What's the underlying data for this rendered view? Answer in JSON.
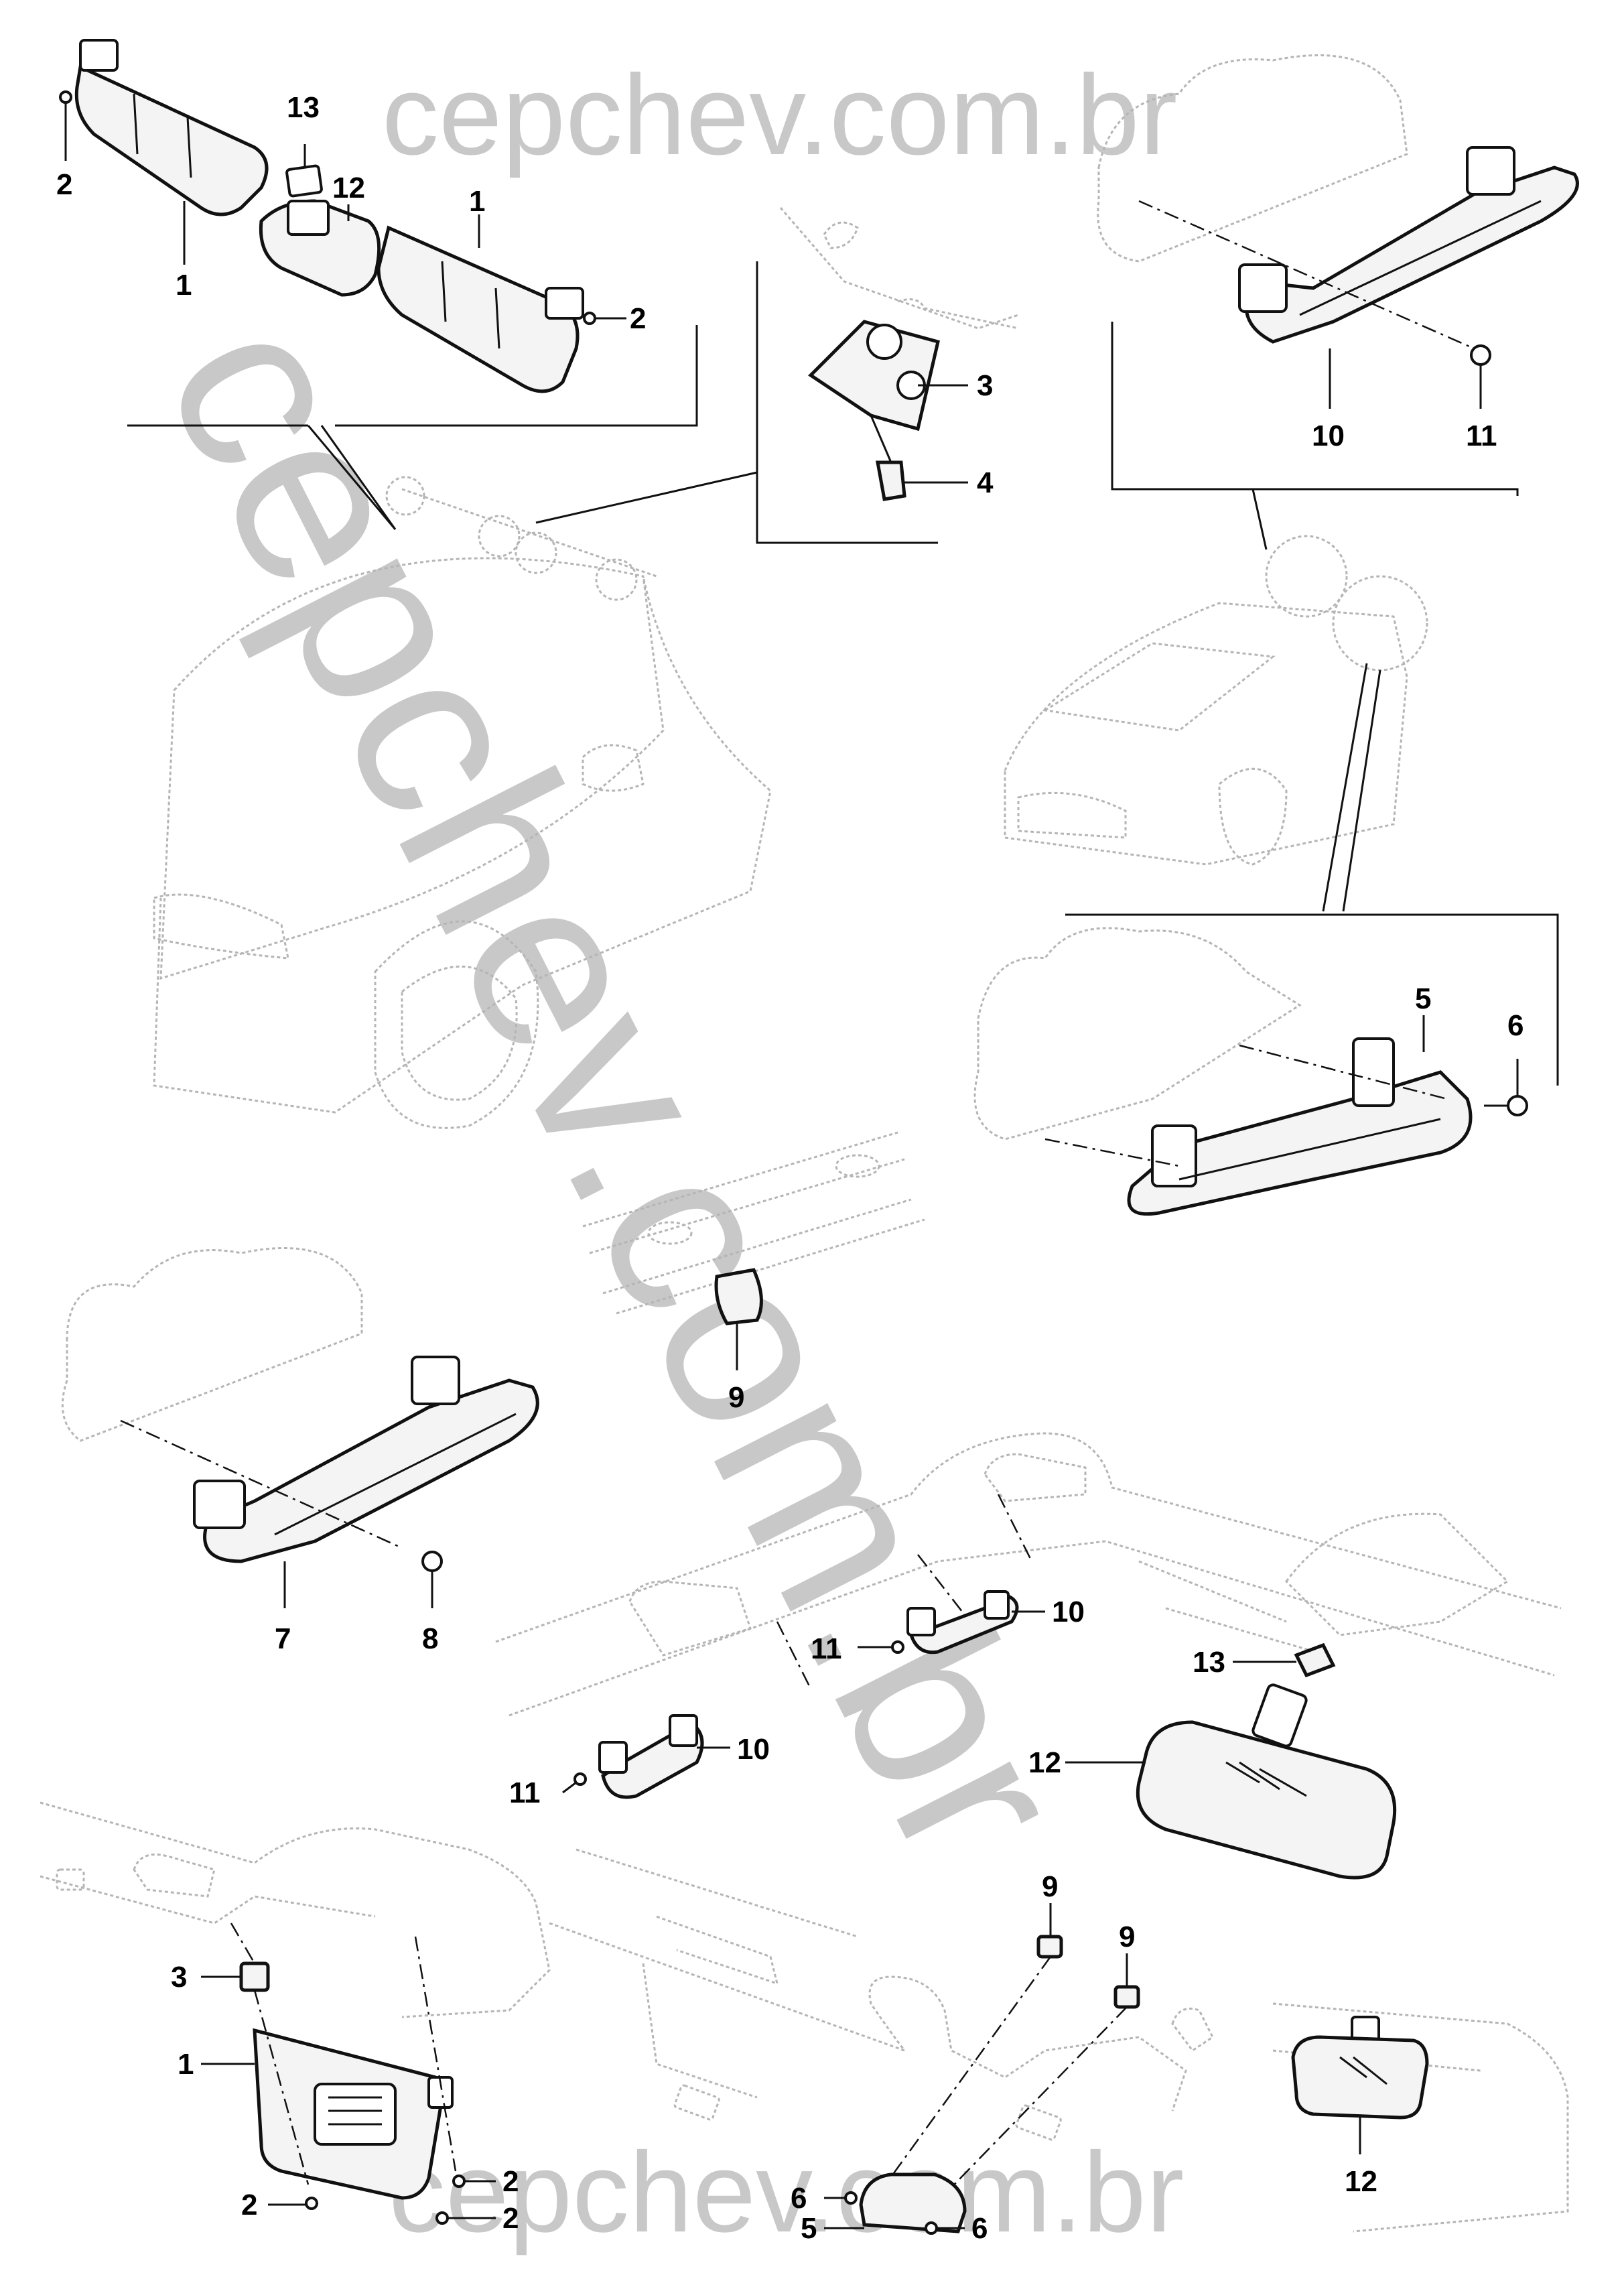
{
  "watermark": {
    "top": "cepchev.com.br",
    "diagonal": "cepchev.com.br",
    "bottom": "cepchev.com.br"
  },
  "callouts": {
    "visor_left_body": "1",
    "visor_left_screw": "2",
    "visor_clip_cap": "13",
    "mirror_top": "12",
    "visor_right_body": "1",
    "visor_right_screw": "2",
    "bracket_clip": "3",
    "bracket_screw": "4",
    "handle_top_right": "10",
    "handle_top_right_screw": "11",
    "grab_handle": "5",
    "grab_handle_screw": "6",
    "cap_cover": "9",
    "handle_left": "7",
    "handle_left_screw": "8",
    "roof_handle_a": "10",
    "roof_handle_a_screw": "11",
    "roof_handle_b": "10",
    "roof_handle_b_screw": "11",
    "mirror_cap": "13",
    "mirror_main": "12",
    "bl_clip": "3",
    "bl_visor": "1",
    "bl_screw_a": "2",
    "bl_screw_b": "2",
    "bl_screw_c": "2",
    "bm_cap_a": "9",
    "bm_cap_b": "9",
    "bm_screw_a": "6",
    "bm_handle": "5",
    "bm_screw_b": "6",
    "br_mirror": "12"
  }
}
